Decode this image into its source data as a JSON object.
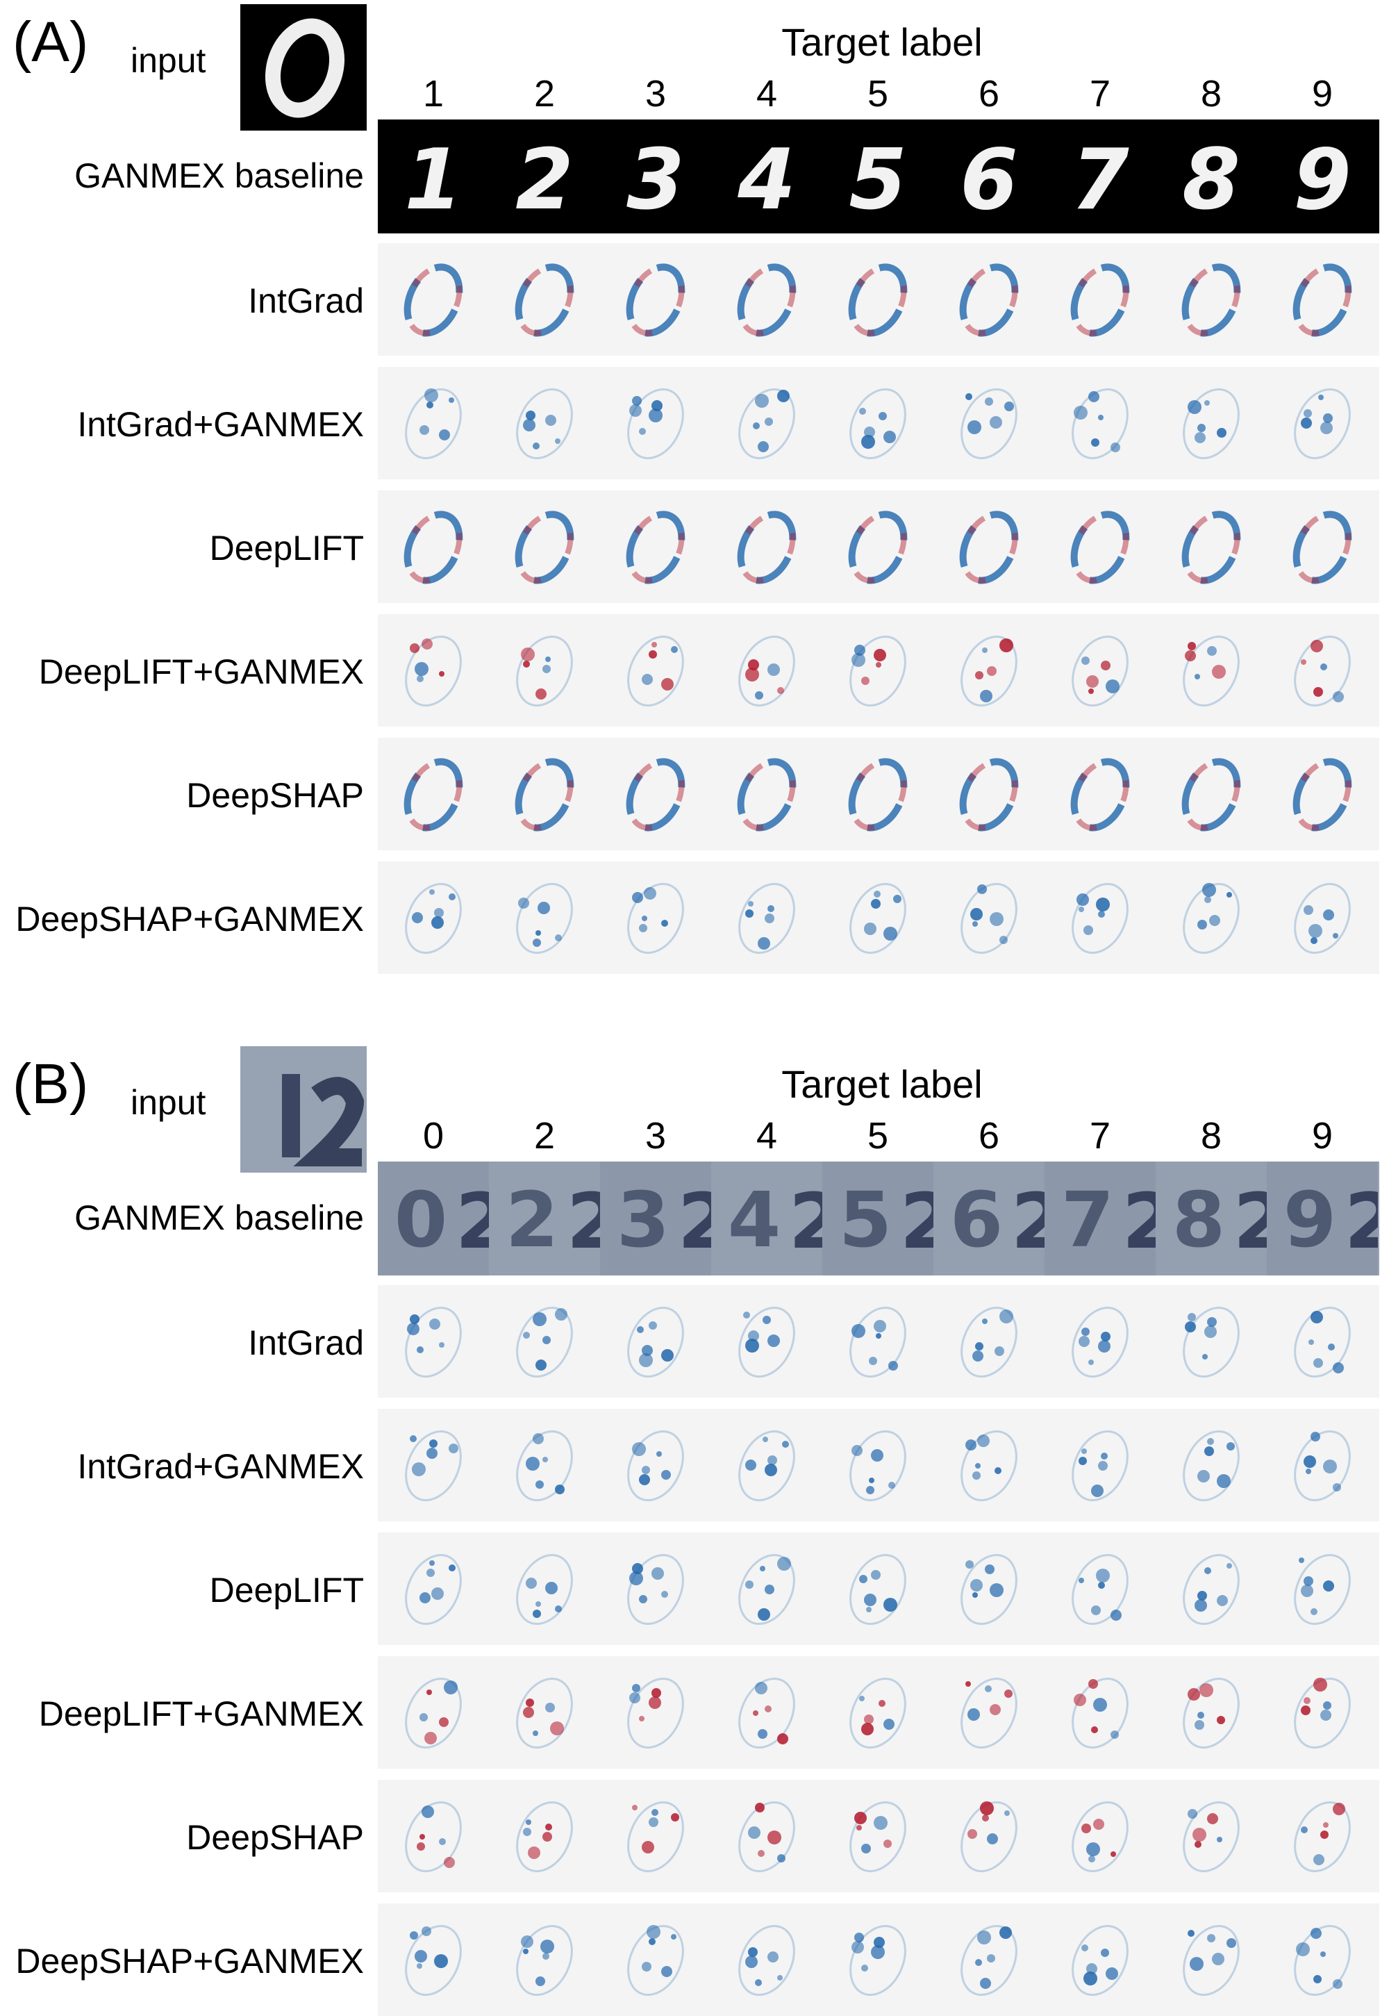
{
  "panels": [
    {
      "id": "A",
      "letter": "(A)",
      "input_label": "input",
      "input_digit": "0",
      "target_title": "Target label",
      "target_labels": [
        "1",
        "2",
        "3",
        "4",
        "5",
        "6",
        "7",
        "8",
        "9"
      ],
      "baseline_row_label": "GANMEX baseline",
      "attribution_rows": [
        "IntGrad",
        "IntGrad+GANMEX",
        "DeepLIFT",
        "DeepLIFT+GANMEX",
        "DeepSHAP",
        "DeepSHAP+GANMEX"
      ]
    },
    {
      "id": "B",
      "letter": "(B)",
      "input_label": "input",
      "input_digit": "12",
      "target_title": "Target label",
      "target_labels": [
        "0",
        "2",
        "3",
        "4",
        "5",
        "6",
        "7",
        "8",
        "9"
      ],
      "baseline_row_label": "GANMEX baseline",
      "attribution_rows": [
        "IntGrad",
        "IntGrad+GANMEX",
        "DeepLIFT",
        "DeepLIFT+GANMEX",
        "DeepSHAP",
        "DeepSHAP+GANMEX"
      ]
    }
  ],
  "colors": {
    "positive": "#b2182b",
    "negative": "#2166ac",
    "background": "#f4f4f4",
    "mnist_bg": "#000000",
    "svhn_bg": "#9aa6b6"
  }
}
